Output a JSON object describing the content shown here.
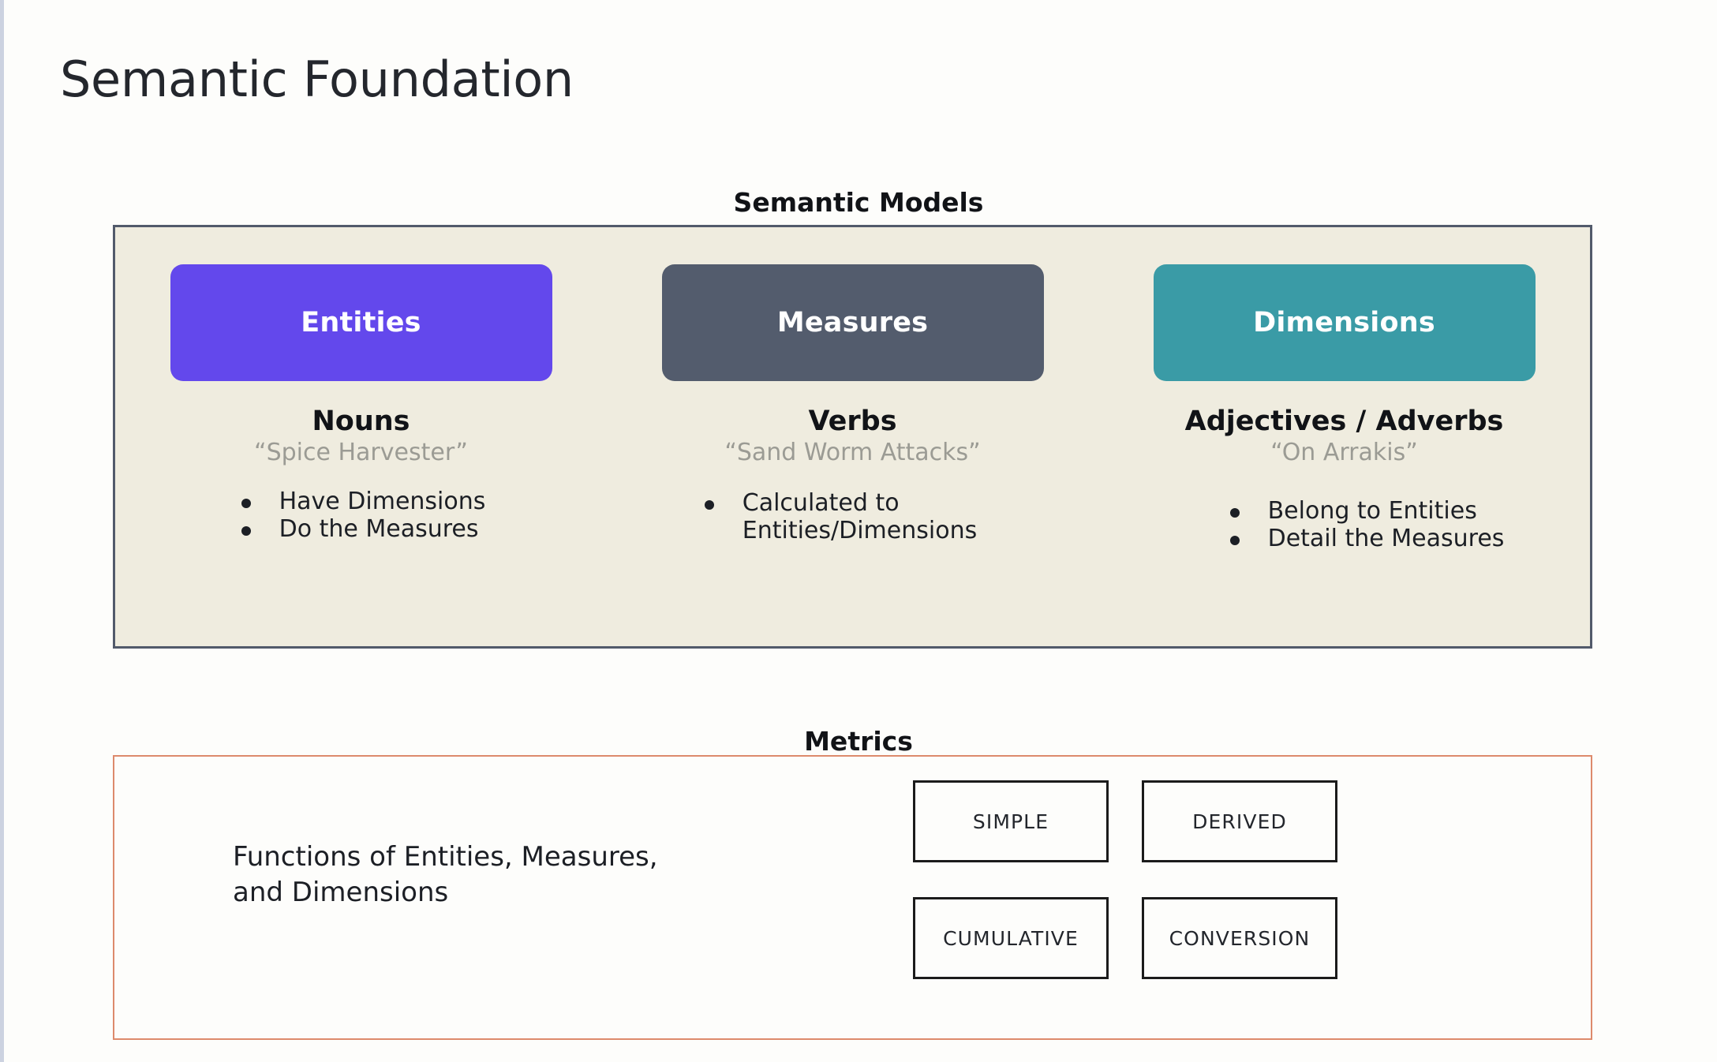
{
  "page": {
    "title": "Semantic Foundation"
  },
  "semantic_models": {
    "header": "Semantic Models",
    "columns": [
      {
        "pill_label": "Entities",
        "pill_color": "#6348ec",
        "part_of_speech": "Nouns",
        "example": "“Spice Harvester”",
        "bullets": [
          {
            "line1": "Have Dimensions",
            "line2": ""
          },
          {
            "line1": "Do the Measures",
            "line2": ""
          }
        ]
      },
      {
        "pill_label": "Measures",
        "pill_color": "#535c6d",
        "part_of_speech": "Verbs",
        "example": "“Sand Worm Attacks”",
        "bullets": [
          {
            "line1": "Calculated to",
            "line2": "Entities/Dimensions"
          }
        ]
      },
      {
        "pill_label": "Dimensions",
        "pill_color": "#3a9ba6",
        "part_of_speech": "Adjectives / Adverbs",
        "example": "“On Arrakis”",
        "bullets": [
          {
            "line1": "Belong to Entities",
            "line2": ""
          },
          {
            "line1": "Detail the Measures",
            "line2": ""
          }
        ]
      }
    ]
  },
  "metrics": {
    "header": "Metrics",
    "description_line1": "Functions of Entities, Measures,",
    "description_line2": "and Dimensions",
    "border_color": "#dd8a6c",
    "types": [
      {
        "label": "SIMPLE"
      },
      {
        "label": "DERIVED"
      },
      {
        "label": "CUMULATIVE"
      },
      {
        "label": "CONVERSION"
      }
    ]
  },
  "colors": {
    "page_background": "#fdfdfb",
    "panel_background": "#efecdf",
    "panel_border": "#525a6b",
    "muted_text": "#9b9b94",
    "body_text": "#1c1f25"
  }
}
